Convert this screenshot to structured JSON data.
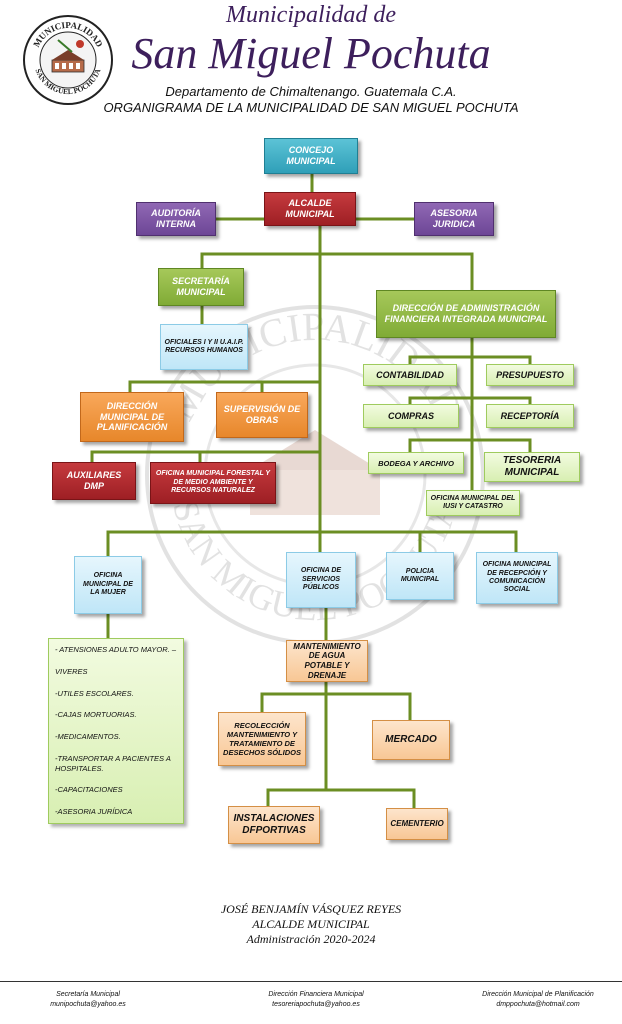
{
  "header": {
    "title_line1": "Municipalidad de",
    "title_line2": "San Miguel Pochuta",
    "subtitle1": "Departamento de Chimaltenango. Guatemala C.A.",
    "subtitle2": "ORGANIGRAMA DE LA MUNICIPALIDAD DE SAN MIGUEL POCHUTA"
  },
  "seal": {
    "top_text": "MUNICIPALIDAD",
    "bottom_text": "SAN MIGUEL POCHUTA"
  },
  "watermark": {
    "top_text": "MUNICIPALIDAD",
    "bottom_text": "SAN MIGUEL POCHUTA"
  },
  "nodes": {
    "concejo": "CONCEJO MUNICIPAL",
    "alcalde": "ALCALDE MUNICIPAL",
    "auditoria": "AUDITORÍA INTERNA",
    "asesoria": "ASESORIA JURIDICA",
    "secretaria": "SECRETARÍA MUNICIPAL",
    "oficiales": "OFICIALES I Y II U.A.I.P. RECURSOS HUMANOS",
    "daf": "DIRECCIÓN DE ADMINISTRACIÓN FINANCIERA INTEGRADA MUNICIPAL",
    "contabilidad": "CONTABILIDAD",
    "presupuesto": "PRESUPUESTO",
    "compras": "COMPRAS",
    "receptoria": "RECEPTORÍA",
    "bodega": "BODEGA Y ARCHIVO",
    "tesoreria": "TESORERIA MUNICIPAL",
    "iusi": "OFICINA MUNICIPAL DEL IUSI Y CATASTRO",
    "dmp": "DIRECCIÓN MUNICIPAL DE PLANIFICACIÓN",
    "supervision": "SUPERVISIÓN DE OBRAS",
    "auxiliares": "AUXILIARES DMP",
    "forestal": "OFICINA MUNICIPAL FORESTAL Y DE MEDIO AMBIENTE Y RECURSOS NATURALEZ",
    "mujer": "OFICINA MUNICIPAL DE LA MUJER",
    "servicios": "OFICINA DE SERVICIOS PÚBLICOS",
    "policia": "POLICIA MUNICIPAL",
    "comunicacion": "OFICINA MUNICIPAL DE RECEPCIÓN Y COMUNICACIÓN SOCIAL",
    "agua": "MANTENIMIENTO DE AGUA POTABLE Y DRENAJE",
    "recoleccion": "RECOLECCIÓN MANTENIMIENTO Y TRATAMIENTO DE DESECHOS SÓLIDOS",
    "mercado": "MERCADO",
    "deportivas": "INSTALACIONES DFPORTIVAS",
    "cementerio": "CEMENTERIO"
  },
  "mujer_programs": [
    "- ATENSIONES ADULTO MAYOR. –",
    "VIVERES",
    "-UTILES ESCOLARES.",
    "-CAJAS MORTUORIAS.",
    "-MEDICAMENTOS.",
    "-TRANSPORTAR A PACIENTES A HOSPITALES.",
    "-CAPACITACIONES",
    "-ASESORIA JURÍDICA"
  ],
  "signature": {
    "name": "JOSÉ BENJAMÍN VÁSQUEZ REYES",
    "role": "ALCALDE MUNICIPAL",
    "period": "Administración 2020-2024"
  },
  "footer": {
    "col1_title": "Secretaría Municipal",
    "col1_email": "munipochuta@yahoo.es",
    "col2_title": "Dirección Financiera Municipal",
    "col2_email": "tesoreriapochuta@yahoo.es",
    "col3_title": "Dirección Municipal de Planificación",
    "col3_email": "dmppochuta@hotmail.com"
  },
  "colors": {
    "title": "#3d1f5c",
    "connector": "#6b8e23",
    "teal": "#3fb0c6",
    "red": "#b0292e",
    "purple": "#7d55a5",
    "green": "#8fb944",
    "orange": "#f0932f"
  }
}
